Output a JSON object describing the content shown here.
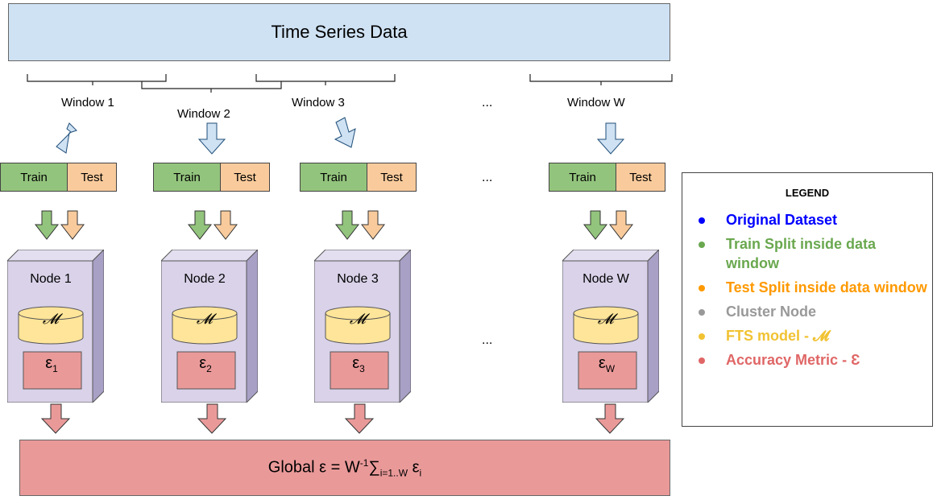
{
  "top": {
    "title": "Time Series Data"
  },
  "windows": [
    {
      "label": "Window 1",
      "train": "Train",
      "test": "Test",
      "node": "Node 1",
      "model": "𝓜",
      "metric": "ε",
      "metric_sub": "1"
    },
    {
      "label": "Window 2",
      "train": "Train",
      "test": "Test",
      "node": "Node 2",
      "model": "𝓜",
      "metric": "ε",
      "metric_sub": "2"
    },
    {
      "label": "Window 3",
      "train": "Train",
      "test": "Test",
      "node": "Node 3",
      "model": "𝓜",
      "metric": "ε",
      "metric_sub": "3"
    },
    {
      "label": "Window W",
      "train": "Train",
      "test": "Test",
      "node": "Node W",
      "model": "𝓜",
      "metric": "ε",
      "metric_sub": "W"
    }
  ],
  "ellipsis": "...",
  "global": {
    "prefix": "Global ε = W",
    "sup": "-1",
    "sum": "∑",
    "sub": "i=1..W",
    "eps": " ε",
    "eps_sub": "i"
  },
  "legend": {
    "title": "LEGEND",
    "items": [
      {
        "label": "Original Dataset",
        "color": "#0000ff"
      },
      {
        "label": "Train Split inside data window",
        "color": "#6aa84f"
      },
      {
        "label": "Test Split inside data window",
        "color": "#ff9900"
      },
      {
        "label": "Cluster Node",
        "color": "#999999"
      },
      {
        "label": "FTS model - 𝓜",
        "color": "#f1c232"
      },
      {
        "label": "Accuracy Metric - Ɛ",
        "color": "#e06666"
      }
    ]
  }
}
